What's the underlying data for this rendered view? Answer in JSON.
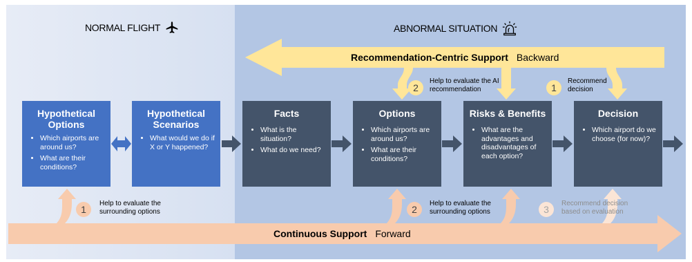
{
  "sections": {
    "normal": "NORMAL FLIGHT",
    "abnormal": "ABNORMAL SITUATION"
  },
  "top_band": {
    "title": "Recommendation-Centric Support",
    "direction": "Backward"
  },
  "bottom_band": {
    "title": "Continuous Support",
    "direction": "Forward"
  },
  "boxes": [
    {
      "title": "Hypothetical Options",
      "bullets": [
        "Which airports are around us?",
        "What are their conditions?"
      ]
    },
    {
      "title": "Hypothetical Scenarios",
      "bullets": [
        "What would we do if X or Y happened?"
      ]
    },
    {
      "title": "Facts",
      "bullets": [
        "What is the situation?",
        "What do we need?"
      ]
    },
    {
      "title": "Options",
      "bullets": [
        "Which airports are around us?",
        "What are their conditions?"
      ]
    },
    {
      "title": "Risks & Benefits",
      "bullets": [
        "What are the advantages and disadvantages of each option?"
      ]
    },
    {
      "title": "Decision",
      "bullets": [
        "Which airport do we choose (for now)?"
      ]
    }
  ],
  "top_notes": [
    {
      "num": "2",
      "text": "Help to evaluate the AI recommendation"
    },
    {
      "num": "1",
      "text": "Recommend decision"
    }
  ],
  "bottom_notes": [
    {
      "num": "1",
      "text": "Help to evaluate the surrounding options"
    },
    {
      "num": "2",
      "text": "Help to evaluate the surrounding options"
    },
    {
      "num": "3",
      "text": "Recommend decision based on evaluation"
    }
  ],
  "colors": {
    "box_blue": "#4472c4",
    "box_dark": "#44546a",
    "band_yellow": "#ffe699",
    "band_orange": "#f8cbad",
    "bg_normal": "#dfe6f3",
    "bg_abnormal": "#b3c6e4"
  },
  "icons": {
    "airplane": "airplane-icon",
    "alarm": "alarm-light-icon"
  }
}
